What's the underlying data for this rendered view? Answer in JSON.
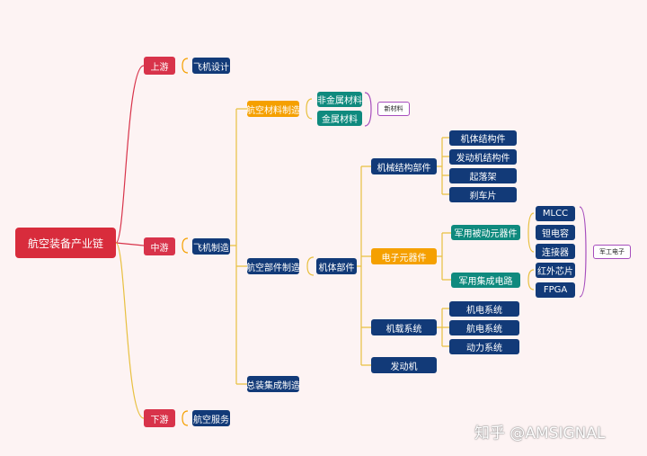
{
  "root": "航空装备产业链",
  "stages": {
    "upstream": "上游",
    "midstream": "中游",
    "downstream": "下游"
  },
  "upstream": {
    "aircraft_design": "飞机设计"
  },
  "midstream": {
    "aircraft_manufacturing": "飞机制造",
    "aero_materials": "航空材料制造",
    "non_metal": "非金属材料",
    "metal": "金属材料",
    "new_materials": "新材料",
    "aero_parts": "航空部件制造",
    "airframe_parts": "机体部件",
    "mechanical_parts": "机械结构部件",
    "mechanical_items": [
      "机体结构件",
      "发动机结构件",
      "起落架",
      "刹车片"
    ],
    "electronic_components": "电子元器件",
    "military_passive": "军用被动元器件",
    "passive_items": [
      "MLCC",
      "钽电容",
      "连接器"
    ],
    "military_ic": "军用集成电路",
    "ic_items": [
      "红外芯片",
      "FPGA"
    ],
    "military_electronics": "军工电子",
    "airborne_systems": "机载系统",
    "system_items": [
      "机电系统",
      "航电系统",
      "动力系统"
    ],
    "engine": "发动机",
    "final_assembly": "总装集成制造"
  },
  "downstream": {
    "aviation_services": "航空服务"
  },
  "watermark": "知乎 @AMSIGNAL",
  "colors": {
    "root": "#d82c3c",
    "stage": "#d8334a",
    "node": "#123a78",
    "highlight": "#f5a000",
    "sub": "#0f8a7e",
    "tag_border": "#a64dbd"
  }
}
